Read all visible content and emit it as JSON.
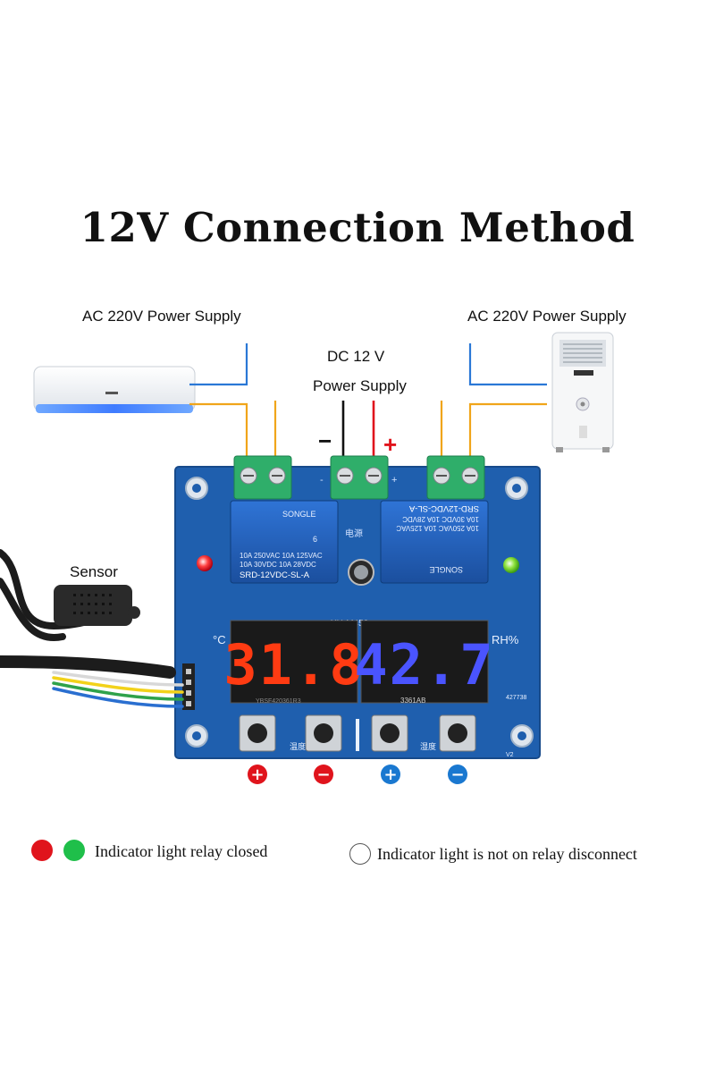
{
  "title": "12V Connection Method",
  "labels": {
    "ac_left": "AC 220V Power Supply",
    "ac_right": "AC 220V Power Supply",
    "dc_line1": "DC 12 V",
    "dc_line2": "Power Supply",
    "sensor": "Sensor",
    "minus_sign": "−",
    "plus_sign": "+"
  },
  "board": {
    "temp_display": "31.8",
    "hum_display": "42.7",
    "temp_unit": "°C",
    "hum_unit": "RH%",
    "relay_brand": "SONGLE",
    "relay_line1": "10A 250VAC  10A 125VAC",
    "relay_line2": "10A  30VDC  10A  28VDC",
    "relay_model": "SRD-12VDC-SL-A",
    "relay_cert": "6",
    "power_label": "电源",
    "term_minus": "-",
    "term_plus": "+",
    "model_id": "XH-M452",
    "display_code_left": "YBSF420361R3",
    "display_code_right": "3361AB",
    "serial": "427738",
    "version": "V2",
    "btn_label_left": "温度",
    "btn_label_right": "湿度"
  },
  "buttons_symbols": [
    "+",
    "−",
    "+",
    "−"
  ],
  "legend": {
    "closed_text": "Indicator light relay closed",
    "open_text": "Indicator light is not on  relay disconnect"
  },
  "colors": {
    "red": "#e0141c",
    "green": "#1fbf4a",
    "blue": "#1a78d0",
    "board": "#1f5fae",
    "terminal": "#2fae6a",
    "temp_digit": "#ff3b12",
    "hum_digit": "#4a54ff"
  }
}
